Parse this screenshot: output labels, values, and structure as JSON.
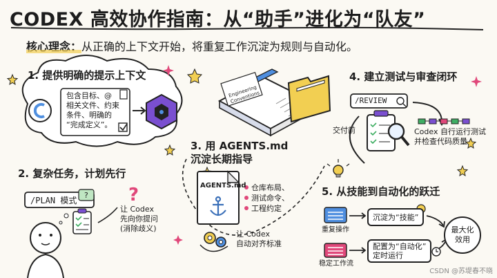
{
  "title": "CODEX 高效协作指南：从“助手”进化为“队友”",
  "subtitle": {
    "key": "核心理念：",
    "text": "从正确的上下文开始，将重复工作沉淀为规则与自动化。"
  },
  "sections": {
    "s1": {
      "title": "1. 提供明确的提示上下文",
      "note": "包含目标、@相关文件、约束条件、明确的“完成定义”。",
      "lines": [
        "包含目标、@",
        "相关文件、约束",
        "条件、明确的",
        "“完成定义”。"
      ]
    },
    "s2": {
      "title": "2. 复杂任务，计划先行",
      "plan_label": "/PLAN 模式",
      "note_lines": [
        "让 Codex",
        "先向你提问",
        "(消除歧义)"
      ]
    },
    "s3": {
      "title_lines": [
        "3. 用 AGENTS.md",
        "沉淀长期指导"
      ],
      "doc_label": "AGENTS.md",
      "bullets": [
        "仓库布局、",
        "测试命令、",
        "工程约定"
      ],
      "align_lines": [
        "让 Codex",
        "自动对齐标准"
      ],
      "book_label_lines": [
        "Engineering",
        "Conventions"
      ]
    },
    "s4": {
      "title": "4. 建立测试与审查闭环",
      "review_label": "/REVIEW",
      "deliver_label": "交付前",
      "note_lines": [
        "Codex 自行运行测试",
        "并检查代码质量"
      ]
    },
    "s5": {
      "title": "5. 从技能到自动化的跃迁",
      "repeat_label": "重复操作",
      "skill_label": "沉淀为“技能”",
      "workflow_label": "稳定工作流",
      "auto_label_lines": [
        "配置为“自动化”",
        "定时运行"
      ],
      "result_lines": [
        "最大化",
        "效用"
      ]
    }
  },
  "watermark": "CSDN @苏堤春不晓",
  "colors": {
    "accent_yellow": "#f2cf52",
    "accent_blue": "#4f8fe0",
    "accent_purple": "#7a4fd0",
    "accent_pink": "#e0487a",
    "accent_green": "#3fae63"
  }
}
